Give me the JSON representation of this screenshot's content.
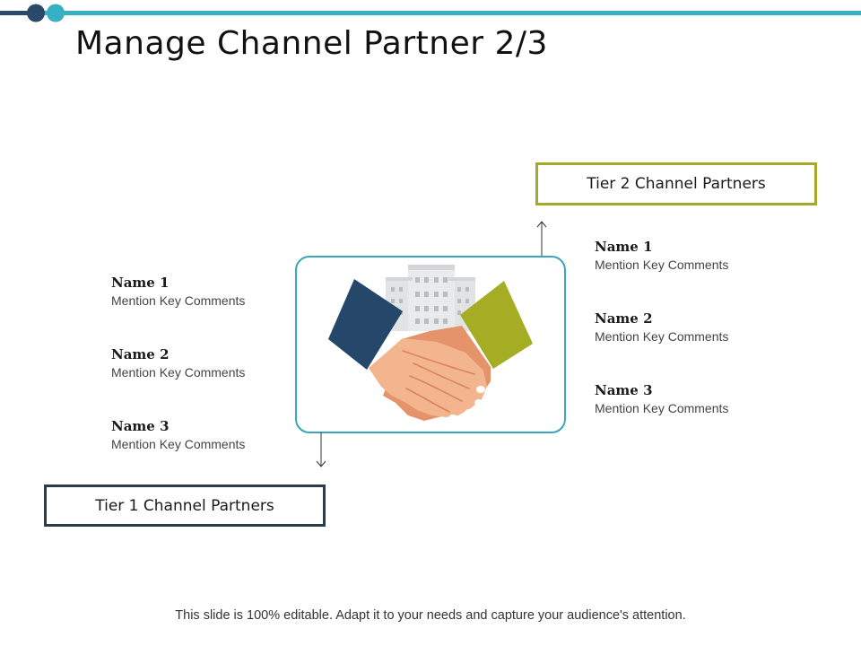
{
  "title": "Manage Channel Partner 2/3",
  "accent_colors": {
    "navy": "#2b4a6b",
    "teal": "#36b0c4",
    "olive": "#a4a82b",
    "dark": "#2b3c4a"
  },
  "tier2": {
    "label": "Tier 2 Channel Partners",
    "entries": [
      {
        "name": "Name 1",
        "comment": "Mention Key Comments"
      },
      {
        "name": "Name 2",
        "comment": "Mention Key Comments"
      },
      {
        "name": "Name 3",
        "comment": "Mention Key Comments"
      }
    ]
  },
  "tier1": {
    "label": "Tier 1 Channel Partners",
    "entries": [
      {
        "name": "Name 1",
        "comment": "Mention Key Comments"
      },
      {
        "name": "Name 2",
        "comment": "Mention Key Comments"
      },
      {
        "name": "Name 3",
        "comment": "Mention Key Comments"
      }
    ]
  },
  "center_icon": "handshake-building-icon",
  "footer": "This slide is 100% editable. Adapt it to your needs and capture your audience's attention."
}
